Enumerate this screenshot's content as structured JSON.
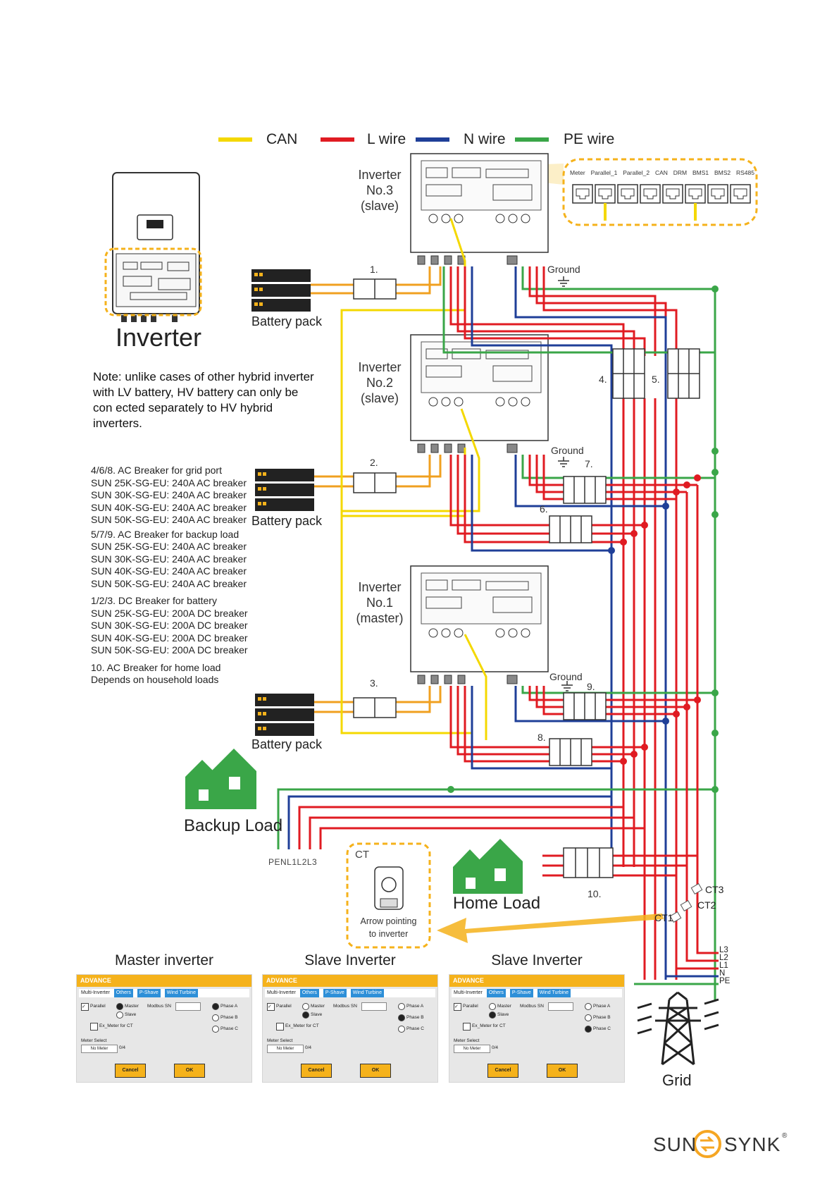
{
  "legend": [
    {
      "label": "CAN",
      "color": "#f4d800"
    },
    {
      "label": "L wire",
      "color": "#e01b22"
    },
    {
      "label": "N wire",
      "color": "#1f3f98"
    },
    {
      "label": "PE wire",
      "color": "#3aa648"
    }
  ],
  "inverter_image_label": "Inverter",
  "note": "Note: unlike cases of other hybrid inverter with LV battery, HV battery can only be con  ected separately to HV hybrid inverters.",
  "specs": [
    {
      "heading": "4/6/8. AC Breaker for grid port",
      "lines": [
        "SUN 25K-SG-EU: 240A AC breaker",
        "SUN 30K-SG-EU: 240A AC breaker",
        "SUN 40K-SG-EU: 240A AC breaker",
        "SUN 50K-SG-EU: 240A AC breaker"
      ]
    },
    {
      "heading": "5/7/9. AC Breaker for backup load",
      "lines": [
        "SUN 25K-SG-EU: 240A AC breaker",
        "SUN 30K-SG-EU: 240A AC breaker",
        "SUN 40K-SG-EU: 240A AC breaker",
        "SUN 50K-SG-EU: 240A AC breaker"
      ]
    },
    {
      "heading": "1/2/3. DC Breaker for battery",
      "lines": [
        "SUN 25K-SG-EU: 200A DC breaker",
        "SUN 30K-SG-EU: 200A DC breaker",
        "SUN 40K-SG-EU: 200A DC breaker",
        "SUN 50K-SG-EU: 200A DC breaker"
      ]
    },
    {
      "heading": "10. AC Breaker for home load",
      "lines": [
        "Depends on household loads"
      ]
    }
  ],
  "inverters": [
    {
      "line1": "Inverter",
      "line2": "No.3",
      "line3": "(slave)"
    },
    {
      "line1": "Inverter",
      "line2": "No.2",
      "line3": "(slave)"
    },
    {
      "line1": "Inverter",
      "line2": "No.1",
      "line3": "(master)"
    }
  ],
  "battery_label": "Battery pack",
  "ground_label": "Ground",
  "breaker_numbers": [
    "1.",
    "2.",
    "3.",
    "4.",
    "5.",
    "6.",
    "7.",
    "8.",
    "9.",
    "10."
  ],
  "ports": [
    "Meter",
    "Parallel_1",
    "Parallel_2",
    "CAN",
    "DRM",
    "BMS1",
    "BMS2",
    "RS485"
  ],
  "backup_load_label": "Backup Load",
  "backup_load_phases": "PENL1L2L3",
  "home_load_label": "Home Load",
  "ct_box": {
    "title": "CT",
    "caption_line1": "Arrow pointing",
    "caption_line2": "to inverter"
  },
  "ct_labels": [
    "CT3",
    "CT2",
    "CT1"
  ],
  "grid_phases": [
    "L3",
    "L2",
    "L1",
    "N",
    "PE"
  ],
  "grid_label": "Grid",
  "panels": [
    {
      "title": "Master inverter",
      "header": "ADVANCE",
      "tabs": [
        "Multi-Inverter",
        "Others",
        "P-Shave",
        "Wind Turbine"
      ],
      "parallel": "Parallel",
      "master": "Master",
      "slave": "Slave",
      "modbus": "Modbus SN",
      "ex_meter": "Ex_Meter for CT",
      "meter_select": "Meter Select",
      "meter_value": "No Meter",
      "meter_count": "0/4",
      "phase_a": "Phase A",
      "phase_b": "Phase B",
      "phase_c": "Phase C",
      "cancel": "Cancel",
      "ok": "OK",
      "selected_role": "master",
      "selected_phase": "A"
    },
    {
      "title": "Slave Inverter",
      "header": "ADVANCE",
      "tabs": [
        "Multi-Inverter",
        "Others",
        "P-Shave",
        "Wind Turbine"
      ],
      "parallel": "Parallel",
      "master": "Master",
      "slave": "Slave",
      "modbus": "Modbus SN",
      "ex_meter": "Ex_Meter for CT",
      "meter_select": "Meter Select",
      "meter_value": "No Meter",
      "meter_count": "0/4",
      "phase_a": "Phase A",
      "phase_b": "Phase B",
      "phase_c": "Phase C",
      "cancel": "Cancel",
      "ok": "OK",
      "selected_role": "slave",
      "selected_phase": "B"
    },
    {
      "title": "Slave Inverter",
      "header": "ADVANCE",
      "tabs": [
        "Multi-Inverter",
        "Others",
        "P-Shave",
        "Wind Turbine"
      ],
      "parallel": "Parallel",
      "master": "Master",
      "slave": "Slave",
      "modbus": "Modbus SN",
      "ex_meter": "Ex_Meter for CT",
      "meter_select": "Meter Select",
      "meter_value": "No Meter",
      "meter_count": "0/4",
      "phase_a": "Phase A",
      "phase_b": "Phase B",
      "phase_c": "Phase C",
      "cancel": "Cancel",
      "ok": "OK",
      "selected_role": "slave",
      "selected_phase": "C"
    }
  ],
  "brand": {
    "left": "SUN",
    "right": "SYNK",
    "mark": "®",
    "accent": "#f5a623"
  }
}
